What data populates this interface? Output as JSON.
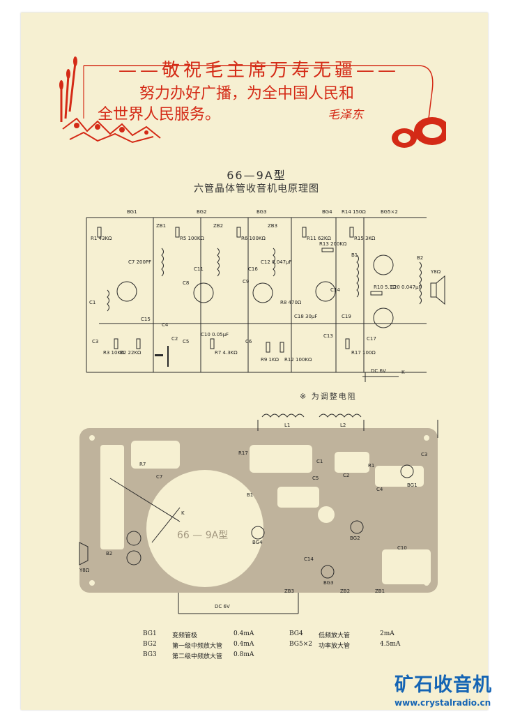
{
  "header": {
    "slogan": "——敬祝毛主席万寿无疆——",
    "quote_line1": "努力办好广播，为全中国人民和",
    "quote_line2": "全世界人民服务。",
    "signature": "毛泽东"
  },
  "schematic": {
    "model": "66—9A型",
    "title": "六管晶体管收音机电原理图",
    "transistors": [
      "BG1",
      "BG2",
      "BG3",
      "BG4",
      "BG5×2"
    ],
    "coils": [
      "ZB1",
      "ZB2",
      "ZB3",
      "B1",
      "B2"
    ],
    "resistors": [
      "R1 43KΩ",
      "R2 22KΩ",
      "R3 10KΩ",
      "R5 100KΩ",
      "R6 100KΩ",
      "R7 4.3KΩ",
      "R8 470Ω",
      "R9 1KΩ",
      "R10 5.1Ω",
      "R11 62KΩ",
      "R12 100KΩ",
      "R13 200KΩ",
      "R14 150Ω",
      "R15 3KΩ",
      "R17 100Ω"
    ],
    "capacitors": [
      "C1",
      "C2",
      "C3",
      "C4",
      "C5",
      "C6",
      "C7 200PF",
      "C8",
      "C9",
      "C10 0.05μF",
      "C11",
      "C12 0.047μF",
      "C13",
      "C14",
      "C15",
      "C16",
      "C17",
      "C18 30μF",
      "C19",
      "C20 0.047μF"
    ],
    "battery": "DC 6V",
    "speaker": "Y8Ω",
    "switch": "K",
    "note": "※ 为调整电阻"
  },
  "pcb": {
    "coils": [
      "L1",
      "L2"
    ],
    "model_mark": "66 — 9A型",
    "battery": "DC 6V",
    "speaker": "Y8Ω",
    "switch": "K",
    "labels": [
      "BG1",
      "BG2",
      "BG3",
      "BG4",
      "ZB1",
      "ZB2",
      "ZB3",
      "B1",
      "B2",
      "C1",
      "C2",
      "C3",
      "C4",
      "C5",
      "C7",
      "C10",
      "C14",
      "R1",
      "R7",
      "R17"
    ]
  },
  "current_table": {
    "rows_left": [
      {
        "code": "BG1",
        "desc": "变频管极",
        "current": "0.4mA"
      },
      {
        "code": "BG2",
        "desc": "第一级中频放大管",
        "current": "0.4mA"
      },
      {
        "code": "BG3",
        "desc": "第二级中频放大管",
        "current": "0.8mA"
      }
    ],
    "rows_right": [
      {
        "code": "BG4",
        "desc": "低频放大管",
        "current": "2mA"
      },
      {
        "code": "BG5×2",
        "desc": "功率放大管",
        "current": "4.5mA"
      }
    ]
  },
  "watermark": {
    "site_name": "矿石收音机",
    "url": "www.crystalradio.cn"
  },
  "colors": {
    "paper": "#f6f0d2",
    "banner_red": "#d42a16",
    "pcb_copper": "#bfb39c",
    "ink": "#222222",
    "watermark_blue": "#1464b4"
  }
}
